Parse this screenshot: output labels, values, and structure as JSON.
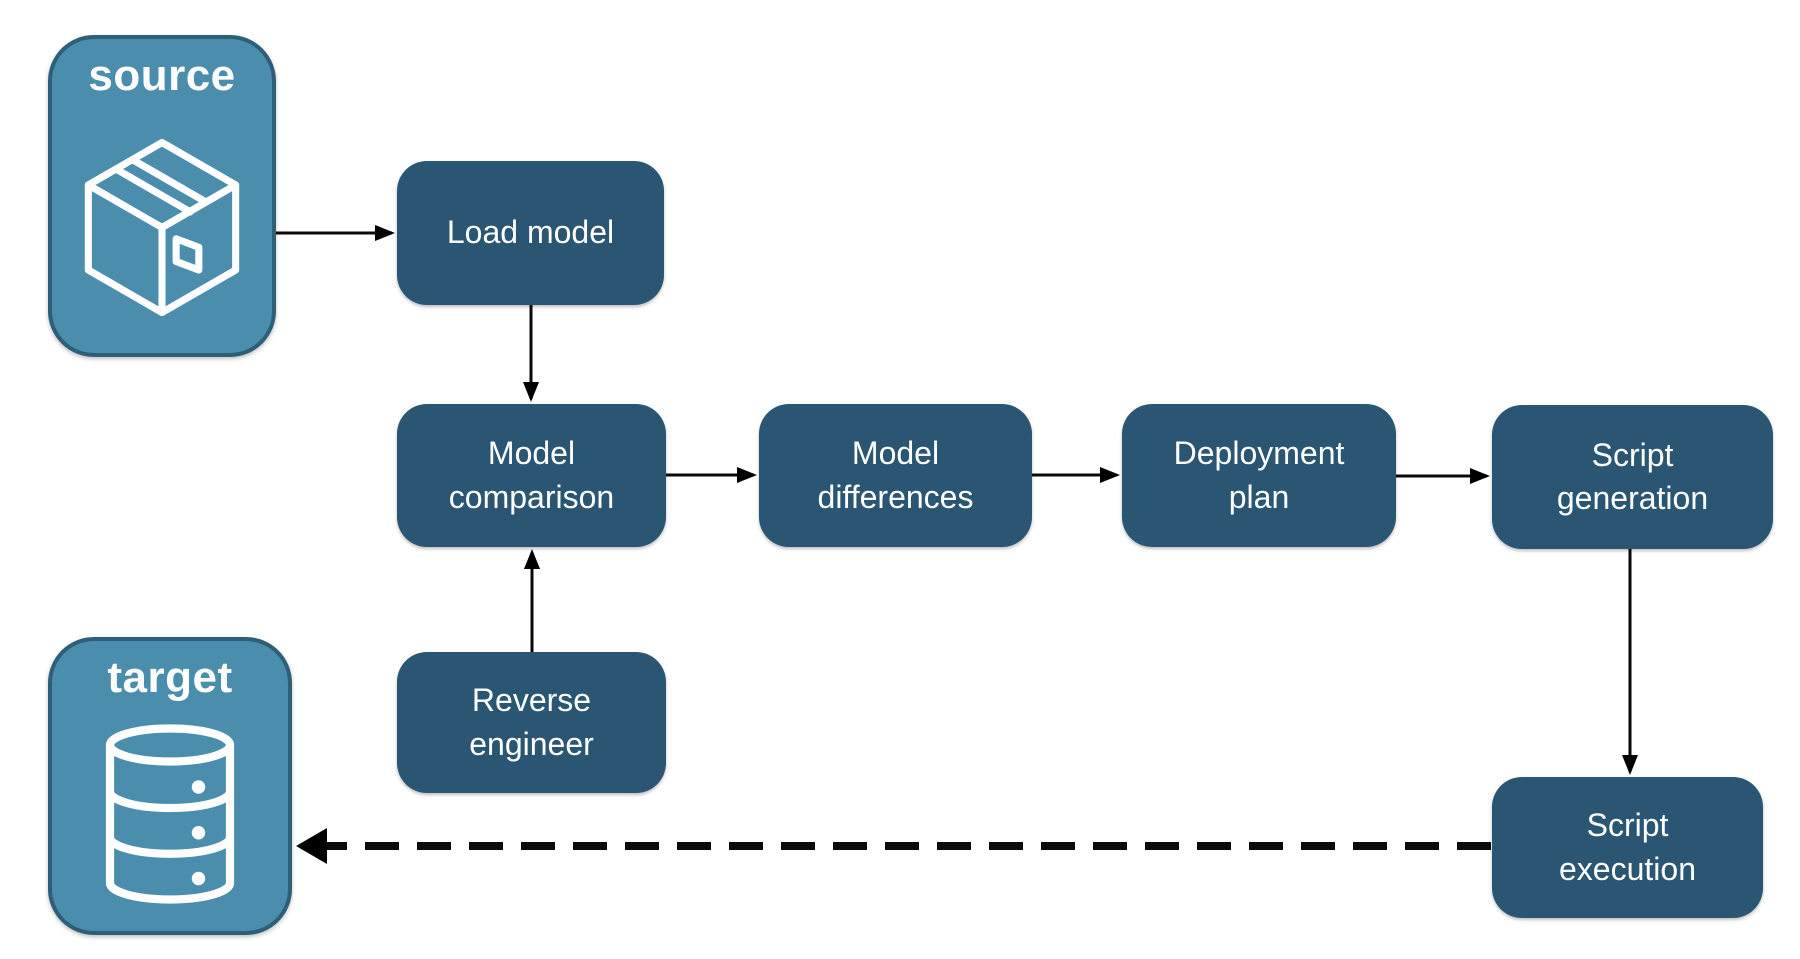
{
  "diagram": {
    "groups": {
      "source": {
        "label": "source",
        "icon": "package-icon"
      },
      "target": {
        "label": "target",
        "icon": "database-icon"
      }
    },
    "nodes": {
      "load_model": {
        "label": "Load model"
      },
      "model_comparison": {
        "label": "Model\ncomparison"
      },
      "model_differences": {
        "label": "Model\ndifferences"
      },
      "deployment_plan": {
        "label": "Deployment\nplan"
      },
      "script_generation": {
        "label": "Script\ngeneration"
      },
      "reverse_engineer": {
        "label": "Reverse\nengineer"
      },
      "script_execution": {
        "label": "Script\nexecution"
      }
    },
    "edges": [
      {
        "from": "source",
        "to": "load_model",
        "style": "solid"
      },
      {
        "from": "load_model",
        "to": "model_comparison",
        "style": "solid"
      },
      {
        "from": "target",
        "to": "reverse_engineer",
        "style": "solid"
      },
      {
        "from": "reverse_engineer",
        "to": "model_comparison",
        "style": "solid"
      },
      {
        "from": "model_comparison",
        "to": "model_differences",
        "style": "solid"
      },
      {
        "from": "model_differences",
        "to": "deployment_plan",
        "style": "solid"
      },
      {
        "from": "deployment_plan",
        "to": "script_generation",
        "style": "solid"
      },
      {
        "from": "script_generation",
        "to": "script_execution",
        "style": "solid"
      },
      {
        "from": "script_execution",
        "to": "target",
        "style": "dashed"
      }
    ],
    "colors": {
      "group_fill": "#4a8dac",
      "group_border": "#2e5f78",
      "node_fill": "#2a5674",
      "text": "#ffffff",
      "arrow": "#000000",
      "background": "#ffffff"
    }
  }
}
